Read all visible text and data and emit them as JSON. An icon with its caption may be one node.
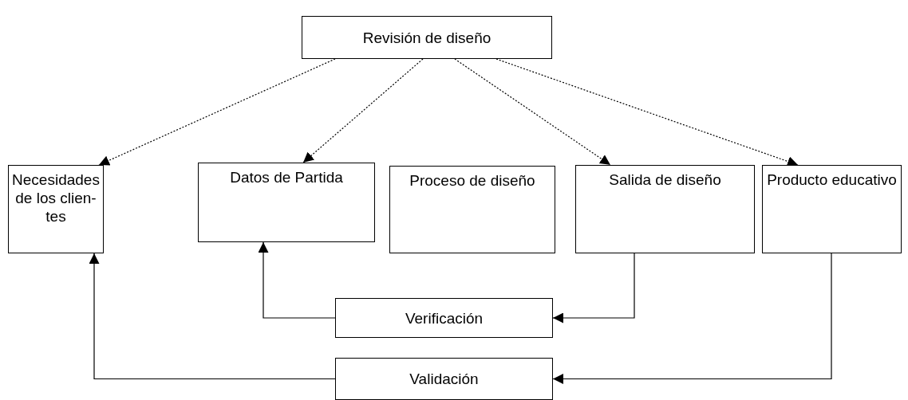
{
  "diagram": {
    "nodes": [
      {
        "text": [
          "Revisión de diseño"
        ]
      },
      {
        "text": [
          "Necesidades de los clien- tes"
        ]
      },
      {
        "text": [
          "Datos de Partida"
        ]
      },
      {
        "text": [
          "Proceso de diseño"
        ]
      },
      {
        "text": [
          "Salida de diseño"
        ]
      },
      {
        "text": [
          "Producto educativo"
        ]
      },
      {
        "text": [
          "Verificación"
        ]
      },
      {
        "text": [
          "Validación"
        ]
      }
    ],
    "edges": [
      {
        "from": 0,
        "to": 1,
        "arrow": "to",
        "style": "dashed"
      },
      {
        "from": 0,
        "to": 2,
        "arrow": "to",
        "style": "dashed"
      },
      {
        "from": 0,
        "to": 4,
        "arrow": "to",
        "style": "dashed"
      },
      {
        "from": 0,
        "to": 5,
        "arrow": "to",
        "style": "dashed"
      },
      {
        "from": 4,
        "to": 6,
        "arrow": "to"
      },
      {
        "from": 6,
        "to": 2,
        "arrow": "to"
      },
      {
        "from": 5,
        "to": 7,
        "arrow": "to"
      },
      {
        "from": 7,
        "to": 1,
        "arrow": "to"
      }
    ]
  }
}
